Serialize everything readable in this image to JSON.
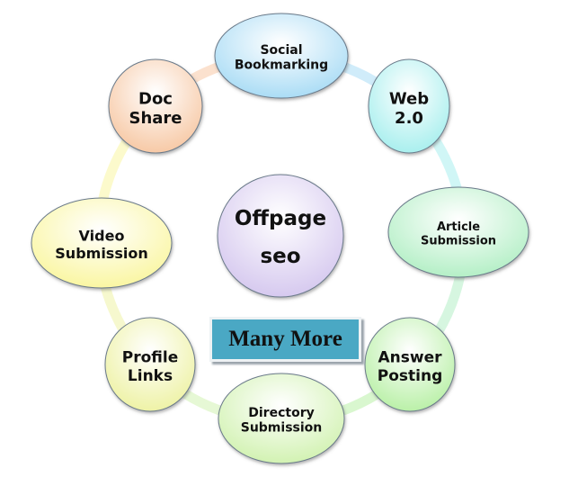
{
  "diagram": {
    "center": {
      "line1": "Offpage",
      "line2": "seo",
      "color": "#d6c9ef"
    },
    "nodes": [
      {
        "line1": "Social",
        "line2": "Bookmarking",
        "color": "#aadcf5"
      },
      {
        "line1": "Web",
        "line2": "2.0",
        "color": "#a9efee"
      },
      {
        "line1": "Article",
        "line2": "Submission",
        "color": "#b4efc6"
      },
      {
        "line1": "Answer",
        "line2": "Posting",
        "color": "#baf0a8"
      },
      {
        "line1": "Directory",
        "line2": "Submission",
        "color": "#d2f2b2"
      },
      {
        "line1": "Profile",
        "line2": "Links",
        "color": "#eef2a6"
      },
      {
        "line1": "Video",
        "line2": "Submission",
        "color": "#faf6a2"
      },
      {
        "line1": "Doc",
        "line2": "Share",
        "color": "#f7c9a6"
      }
    ],
    "more_label": "Many More"
  }
}
